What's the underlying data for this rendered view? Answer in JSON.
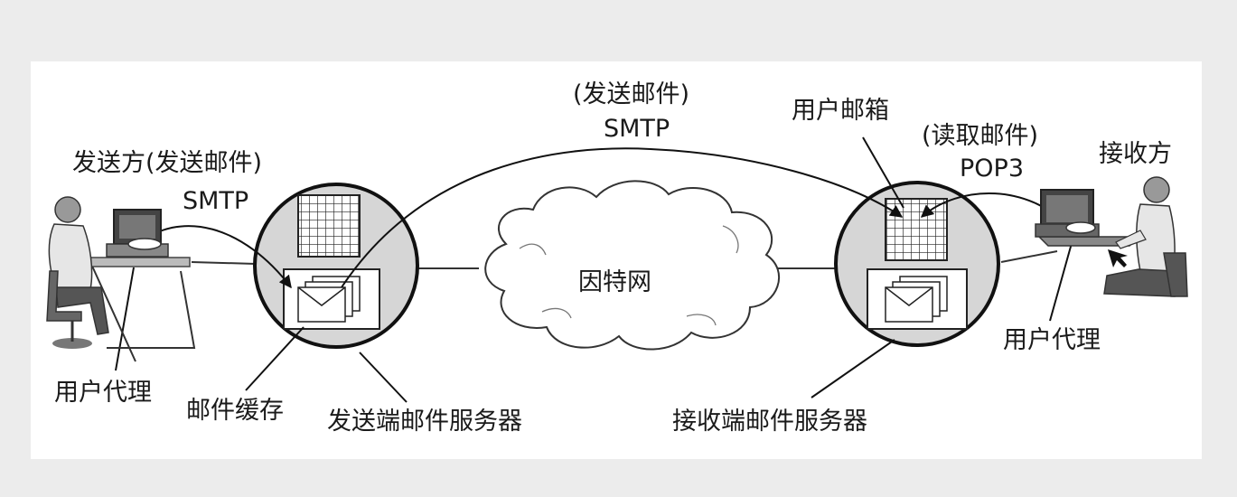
{
  "labels": {
    "sender_line1": "发送方(发送邮件)",
    "sender_line2": "SMTP",
    "send_top_line1": "(发送邮件)",
    "send_top_line2": "SMTP",
    "user_mailbox": "用户邮箱",
    "read_line1": "(读取邮件)",
    "read_line2": "POP3",
    "receiver": "接收方",
    "internet": "因特网",
    "user_agent_left": "用户代理",
    "mail_cache": "邮件缓存",
    "sending_server": "发送端邮件服务器",
    "receiving_server": "接收端邮件服务器",
    "user_agent_right": "用户代理"
  }
}
